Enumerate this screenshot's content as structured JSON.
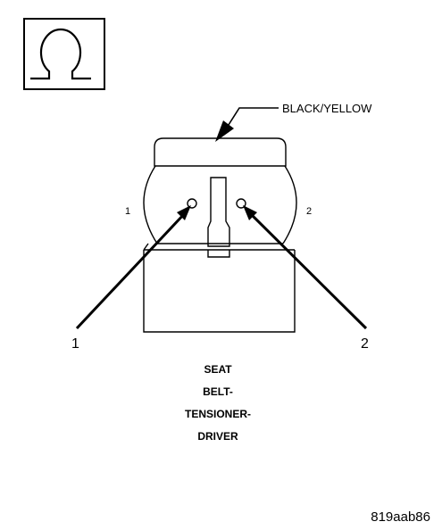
{
  "wire_color_label": "BLACK/YELLOW",
  "pin_labels_small": [
    "1",
    "2"
  ],
  "pointer_labels": [
    "1",
    "2"
  ],
  "caption_lines": [
    "SEAT",
    "BELT-",
    "TENSIONER-",
    "DRIVER"
  ],
  "figure_code": "819aab86",
  "icons": {
    "ohmmeter": "ohm-symbol-icon"
  },
  "colors": {
    "ink": "#000000",
    "background": "#ffffff"
  }
}
